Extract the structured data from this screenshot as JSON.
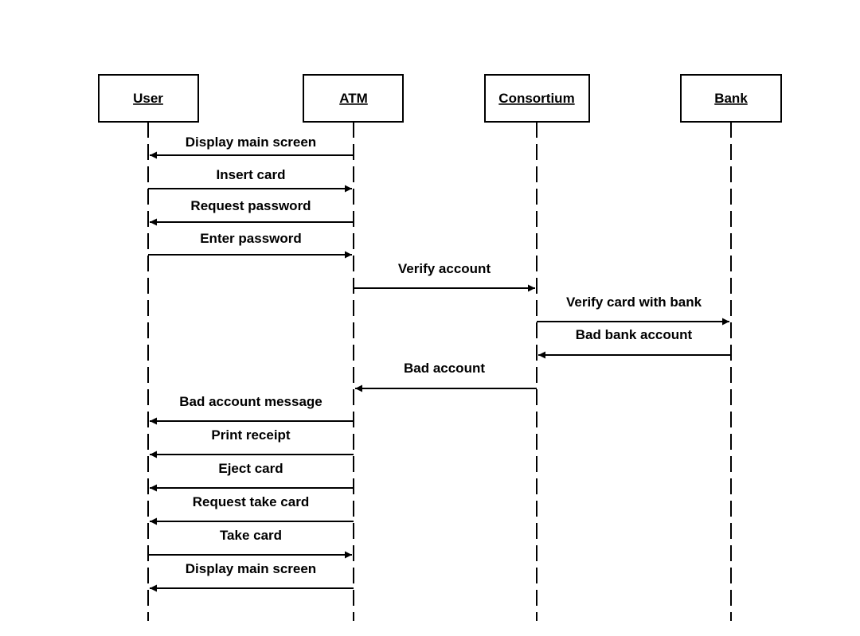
{
  "actors": [
    {
      "id": "user",
      "label": "User"
    },
    {
      "id": "atm",
      "label": "ATM"
    },
    {
      "id": "consortium",
      "label": "Consortium"
    },
    {
      "id": "bank",
      "label": "Bank"
    }
  ],
  "messages": [
    {
      "label": "Display main screen",
      "from": "atm",
      "to": "user"
    },
    {
      "label": "Insert card",
      "from": "user",
      "to": "atm"
    },
    {
      "label": "Request password",
      "from": "atm",
      "to": "user"
    },
    {
      "label": "Enter password",
      "from": "user",
      "to": "atm"
    },
    {
      "label": "Verify account",
      "from": "atm",
      "to": "consortium"
    },
    {
      "label": "Verify card with bank",
      "from": "consortium",
      "to": "bank"
    },
    {
      "label": "Bad bank account",
      "from": "bank",
      "to": "consortium"
    },
    {
      "label": "Bad account",
      "from": "consortium",
      "to": "atm"
    },
    {
      "label": "Bad account message",
      "from": "atm",
      "to": "user"
    },
    {
      "label": "Print receipt",
      "from": "atm",
      "to": "user"
    },
    {
      "label": "Eject card",
      "from": "atm",
      "to": "user"
    },
    {
      "label": "Request take card",
      "from": "atm",
      "to": "user"
    },
    {
      "label": "Take card",
      "from": "user",
      "to": "atm"
    },
    {
      "label": "Display main screen",
      "from": "atm",
      "to": "user"
    }
  ],
  "colors": {
    "line": "#000000",
    "background": "#ffffff"
  }
}
